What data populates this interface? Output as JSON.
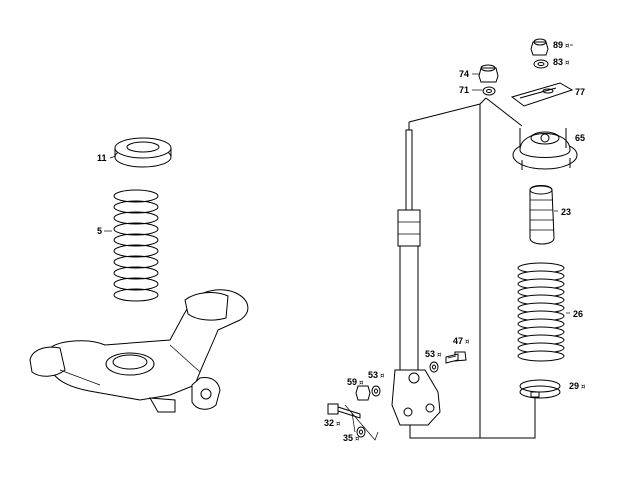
{
  "callouts": [
    {
      "id": "89",
      "label": "89",
      "mark": "¤"
    },
    {
      "id": "83",
      "label": "83",
      "mark": "¤"
    },
    {
      "id": "74",
      "label": "74",
      "mark": ""
    },
    {
      "id": "71",
      "label": "71",
      "mark": ""
    },
    {
      "id": "77",
      "label": "77",
      "mark": ""
    },
    {
      "id": "65",
      "label": "65",
      "mark": ""
    },
    {
      "id": "11",
      "label": "11",
      "mark": ""
    },
    {
      "id": "5",
      "label": "5",
      "mark": ""
    },
    {
      "id": "23",
      "label": "23",
      "mark": ""
    },
    {
      "id": "26",
      "label": "26",
      "mark": ""
    },
    {
      "id": "47",
      "label": "47",
      "mark": "¤"
    },
    {
      "id": "53a",
      "label": "53",
      "mark": "¤"
    },
    {
      "id": "53b",
      "label": "53",
      "mark": "¤"
    },
    {
      "id": "59",
      "label": "59",
      "mark": "¤"
    },
    {
      "id": "29",
      "label": "29",
      "mark": "¤"
    },
    {
      "id": "32",
      "label": "32",
      "mark": "¤"
    },
    {
      "id": "35",
      "label": "35",
      "mark": "¤"
    }
  ]
}
